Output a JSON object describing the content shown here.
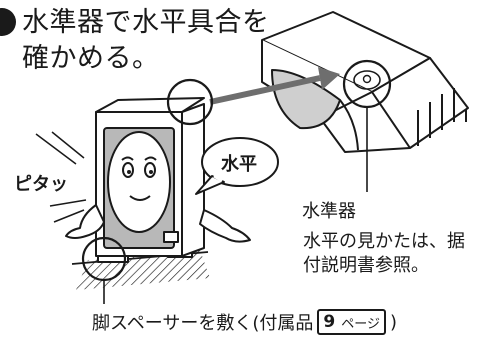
{
  "step": {
    "number": "",
    "title_line1": "水準器で水平具合を",
    "title_line2": "確かめる。"
  },
  "labels": {
    "sound": "ピタッ",
    "speech_bubble": "水平",
    "level_name": "水準器",
    "level_note": "水平の見かたは、据付説明書参照。",
    "caption_main": "脚スペーサーを敷く(付属品",
    "caption_ref_num": "9",
    "caption_ref_word": "ページ",
    "caption_close": ")"
  },
  "colors": {
    "ink": "#1a1a1a",
    "gray_fill": "#b8b8b8",
    "light_fill": "#e6e6e6"
  }
}
